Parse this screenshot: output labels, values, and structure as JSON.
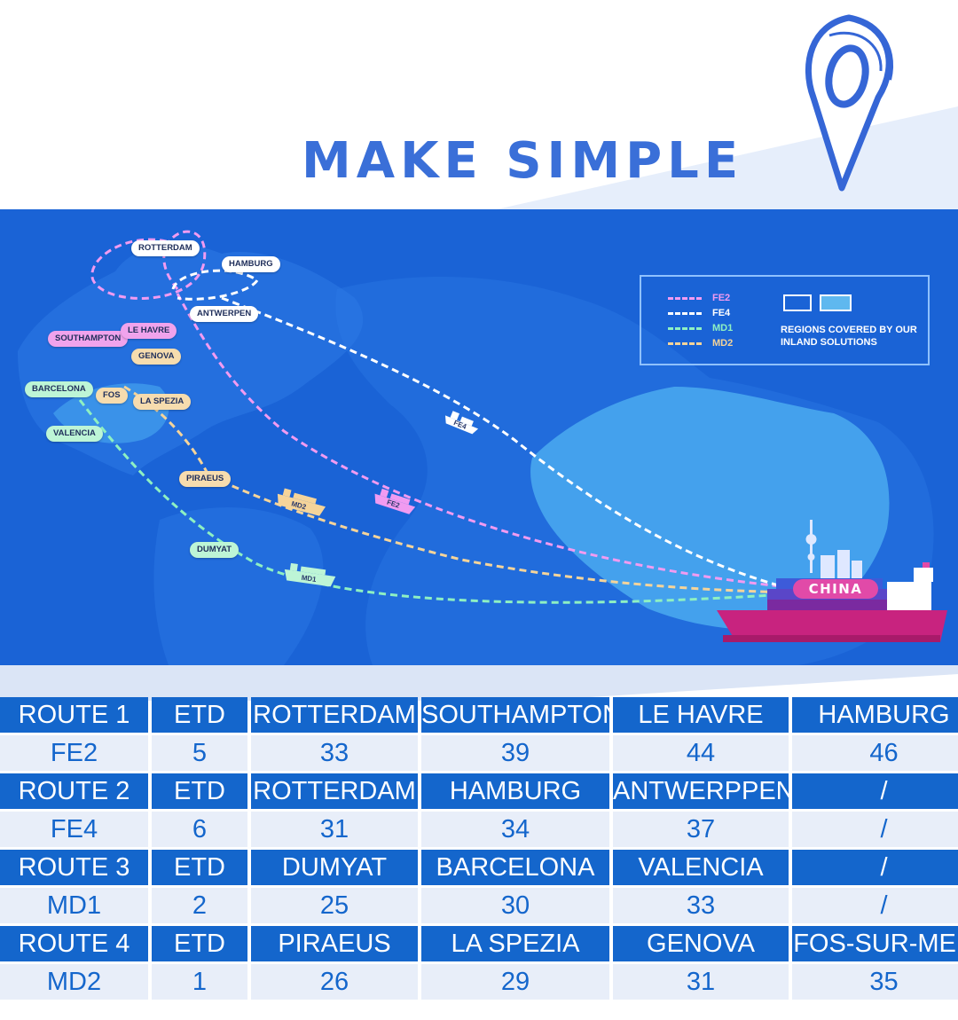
{
  "header": {
    "title": "MAKE SIMPLE",
    "accent_color": "#3a6fd8",
    "icon": "location-pin-icon"
  },
  "map": {
    "background_color": "#1a63d6",
    "ports": {
      "rotterdam": "ROTTERDAM",
      "hamburg": "HAMBURG",
      "antwerpen": "ANTWERPEN",
      "southampton": "SOUTHAMPTON",
      "le_havre": "LE HAVRE",
      "genova": "GENOVA",
      "fos": "FOS",
      "la_spezia": "LA SPEZIA",
      "barcelona": "BARCELONA",
      "valencia": "VALENCIA",
      "piraeus": "PIRAEUS",
      "dumyat": "DUMYAT"
    },
    "ships": {
      "fe4": "FE4",
      "fe2": "FE2",
      "md2": "MD2",
      "md1": "MD1"
    },
    "origin": "CHINA",
    "legend": {
      "items": [
        {
          "label": "FE2",
          "color": "#f19bf1"
        },
        {
          "label": "FE4",
          "color": "#ffffff"
        },
        {
          "label": "MD1",
          "color": "#8ef0c2"
        },
        {
          "label": "MD2",
          "color": "#f5d49a"
        }
      ],
      "regions_text": "REGIONS COVERED BY OUR INLAND SOLUTIONS"
    }
  },
  "schedule": {
    "rows": [
      {
        "type": "header",
        "cells": [
          "ROUTE 1",
          "ETD",
          "ROTTERDAM",
          "SOUTHAMPTON",
          "LE HAVRE",
          "HAMBURG"
        ]
      },
      {
        "type": "values",
        "cells": [
          "FE2",
          "5",
          "33",
          "39",
          "44",
          "46"
        ]
      },
      {
        "type": "header",
        "cells": [
          "ROUTE 2",
          "ETD",
          "ROTTERDAM",
          "HAMBURG",
          "ANTWERPPEN",
          "/"
        ]
      },
      {
        "type": "values",
        "cells": [
          "FE4",
          "6",
          "31",
          "34",
          "37",
          "/"
        ]
      },
      {
        "type": "header",
        "cells": [
          "ROUTE 3",
          "ETD",
          "DUMYAT",
          "BARCELONA",
          "VALENCIA",
          "/"
        ]
      },
      {
        "type": "values",
        "cells": [
          "MD1",
          "2",
          "25",
          "30",
          "33",
          "/"
        ]
      },
      {
        "type": "header",
        "cells": [
          "ROUTE 4",
          "ETD",
          "PIRAEUS",
          "LA SPEZIA",
          "GENOVA",
          "FOS-SUR-MER"
        ]
      },
      {
        "type": "values",
        "cells": [
          "MD2",
          "1",
          "26",
          "29",
          "31",
          "35"
        ]
      }
    ],
    "header_color": "#1466cc",
    "value_bg_color": "#e8eef9"
  }
}
